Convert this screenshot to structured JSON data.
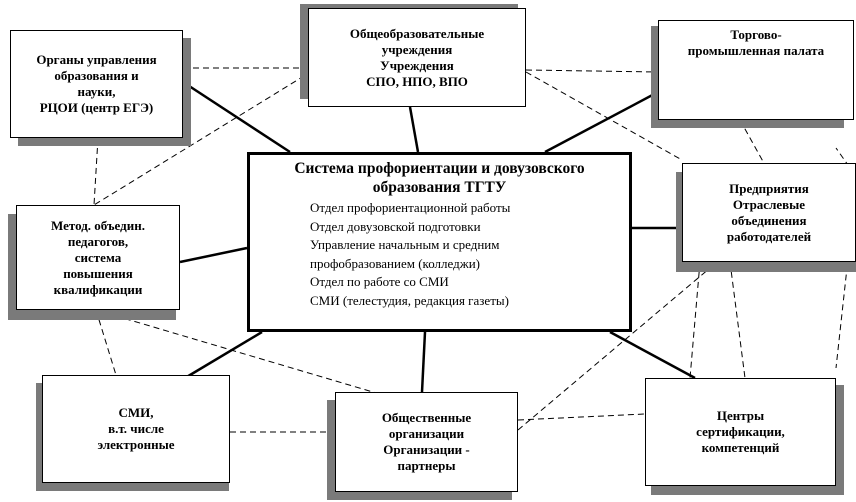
{
  "center": {
    "title": "Система профориентации и довузовского\nобразования ТГТУ",
    "departments": [
      "Отдел профориентационной работы",
      "Отдел довузовской подготовки",
      "Управление начальным и средним",
      "профобразованием (колледжи)",
      "Отдел по работе со СМИ",
      "СМИ (телестудия, редакция газеты)"
    ]
  },
  "nodes": {
    "governance": "Органы управления\nобразования и\nнауки,\nРЦОИ (центр ЕГЭ)",
    "schools": "Общеобразовательные\nучреждения\nУчреждения\nСПО, НПО, ВПО",
    "chamber": "Торгово-\nпромышленная палата",
    "teachers": "Метод. объедин.\nпедагогов,\nсистема\nповышения\nквалификации",
    "enterprises": "Предприятия\nОтраслевые\nобъединения\nработодателей",
    "media": "СМИ,\nв.т. числе\nэлектронные",
    "public_orgs": "Общественные\nорганизации\nОрганизации -\nпартнеры",
    "cert_centers": "Центры\nсертификации,\nкомпетенций"
  },
  "colors": {
    "line": "#000000",
    "shadow": "#7a7a7a",
    "box_fill": "#ffffff"
  }
}
